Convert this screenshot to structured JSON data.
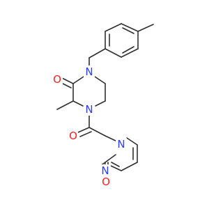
{
  "colors": {
    "background": "#ffffff",
    "bond": "#2f2f2f",
    "nitrogen": "#2a3cff",
    "oxygen": "#ff1f1f"
  },
  "atom_labels": {
    "n_piperazine_upper": "N",
    "n_piperazine_lower": "N",
    "o_lactam": "O",
    "o_amide": "O",
    "n_pyrimidinone_1": "N",
    "n_pyrimidinone_3": "N",
    "o_pyrimidinone": "O"
  }
}
